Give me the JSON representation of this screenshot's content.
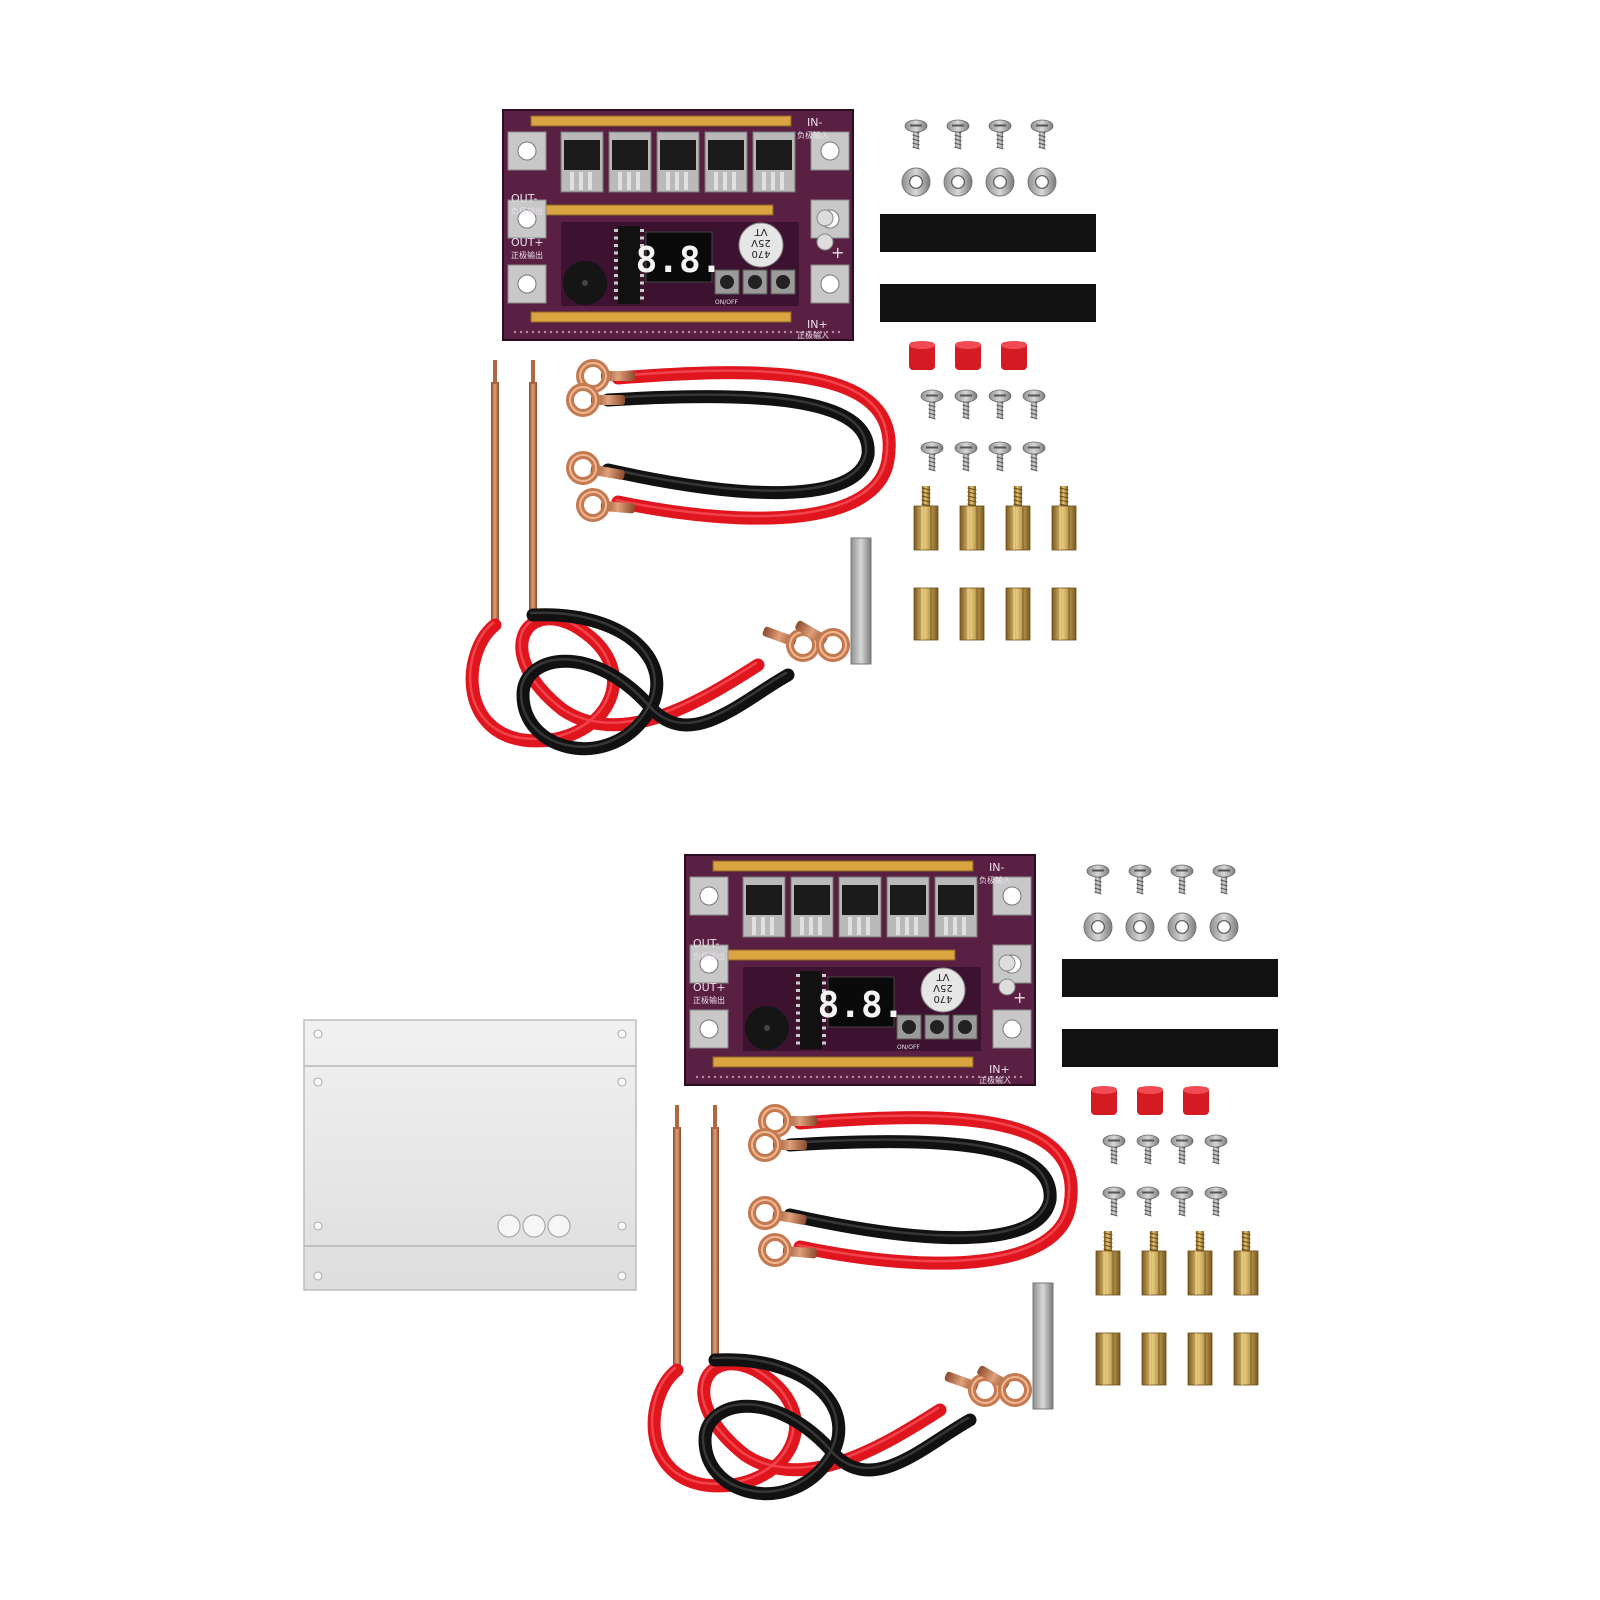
{
  "colors": {
    "pcb": "#5a2043",
    "pcb_dark": "#3d1230",
    "copper": "#c97a52",
    "wire_red": "#e0161f",
    "wire_black": "#111111",
    "brass": "#b8913e",
    "cap_red": "#d41b24",
    "insulation": "#111111",
    "case": "#e8e8e8"
  },
  "kits": [
    {
      "has_case": false,
      "board": {
        "label_in_neg": "IN-",
        "label_in_neg_cn": "负极输入",
        "label_out_neg": "OUT-",
        "label_out_neg_cn": "负极输出",
        "label_out_pos": "OUT+",
        "label_out_pos_cn": "正极输出",
        "label_in_pos": "IN+",
        "label_in_pos_cn": "正极输入",
        "display": "8.8.",
        "capacitor_line1": "470",
        "capacitor_line2": "25V",
        "capacitor_line3": "VT",
        "switch_label": "ON/OFF",
        "plus_sign": "+"
      }
    },
    {
      "has_case": true,
      "board": {
        "label_in_neg": "IN-",
        "label_in_neg_cn": "负极输入",
        "label_out_neg": "OUT-",
        "label_out_neg_cn": "负极输出",
        "label_out_pos": "OUT+",
        "label_out_pos_cn": "正极输出",
        "label_in_pos": "IN+",
        "label_in_pos_cn": "正极输入",
        "display": "8.8.",
        "capacitor_line1": "470",
        "capacitor_line2": "25V",
        "capacitor_line3": "VT",
        "switch_label": "ON/OFF",
        "plus_sign": "+"
      }
    }
  ]
}
